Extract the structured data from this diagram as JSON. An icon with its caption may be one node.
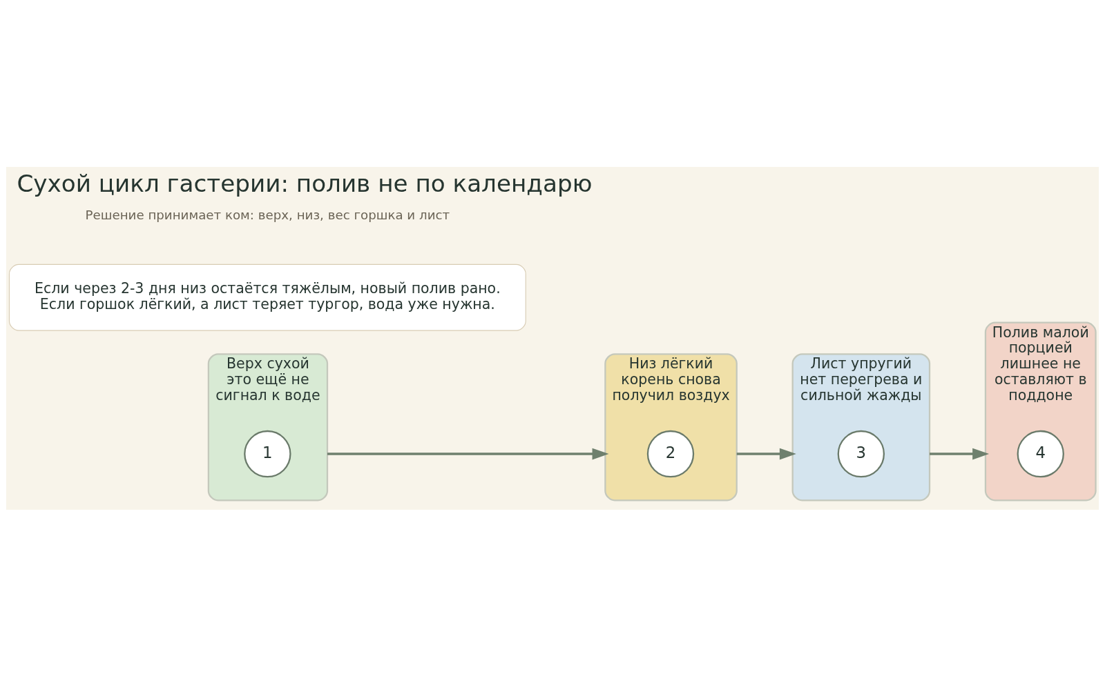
{
  "diagram": {
    "title": "Сухой цикл гастерии: полив не по календарю",
    "nodes": [
      {
        "text": [
          "Верх сухой",
          "это ещё не сигнал к воде"
        ]
      },
      {
        "text": [
          "1"
        ],
        "in": 0
      },
      {
        "text": [
          "Низ лёгкий",
          "корень снова получил воздух"
        ]
      },
      {
        "text": [
          "2"
        ],
        "in": 2
      },
      {
        "text": [
          "Лист упругий",
          "нет перегрева и сильной жажды"
        ]
      },
      {
        "text": [
          "3"
        ],
        "in": 4
      },
      {
        "text": [
          "Полив малой порцией",
          "лишнее не оставляют в поддоне"
        ]
      },
      {
        "text": [
          "4"
        ],
        "in": 6
      },
      {
        "text": [
          "Если через 2-3 дня низ остаётся тяжёлым, новый полив рано. Если горшок лёгкий, а лист теряет тургор, вода уже нужна."
        ]
      }
    ],
    "edges": [
      {
        "from": 0,
        "to": 2,
        "arrow": "to"
      },
      {
        "from": 2,
        "to": 4,
        "arrow": "to"
      },
      {
        "from": 4,
        "to": 6,
        "arrow": "to"
      }
    ],
    "labels": [
      "Решение принимает ком: верх, низ, вес горшка и лист"
    ]
  }
}
